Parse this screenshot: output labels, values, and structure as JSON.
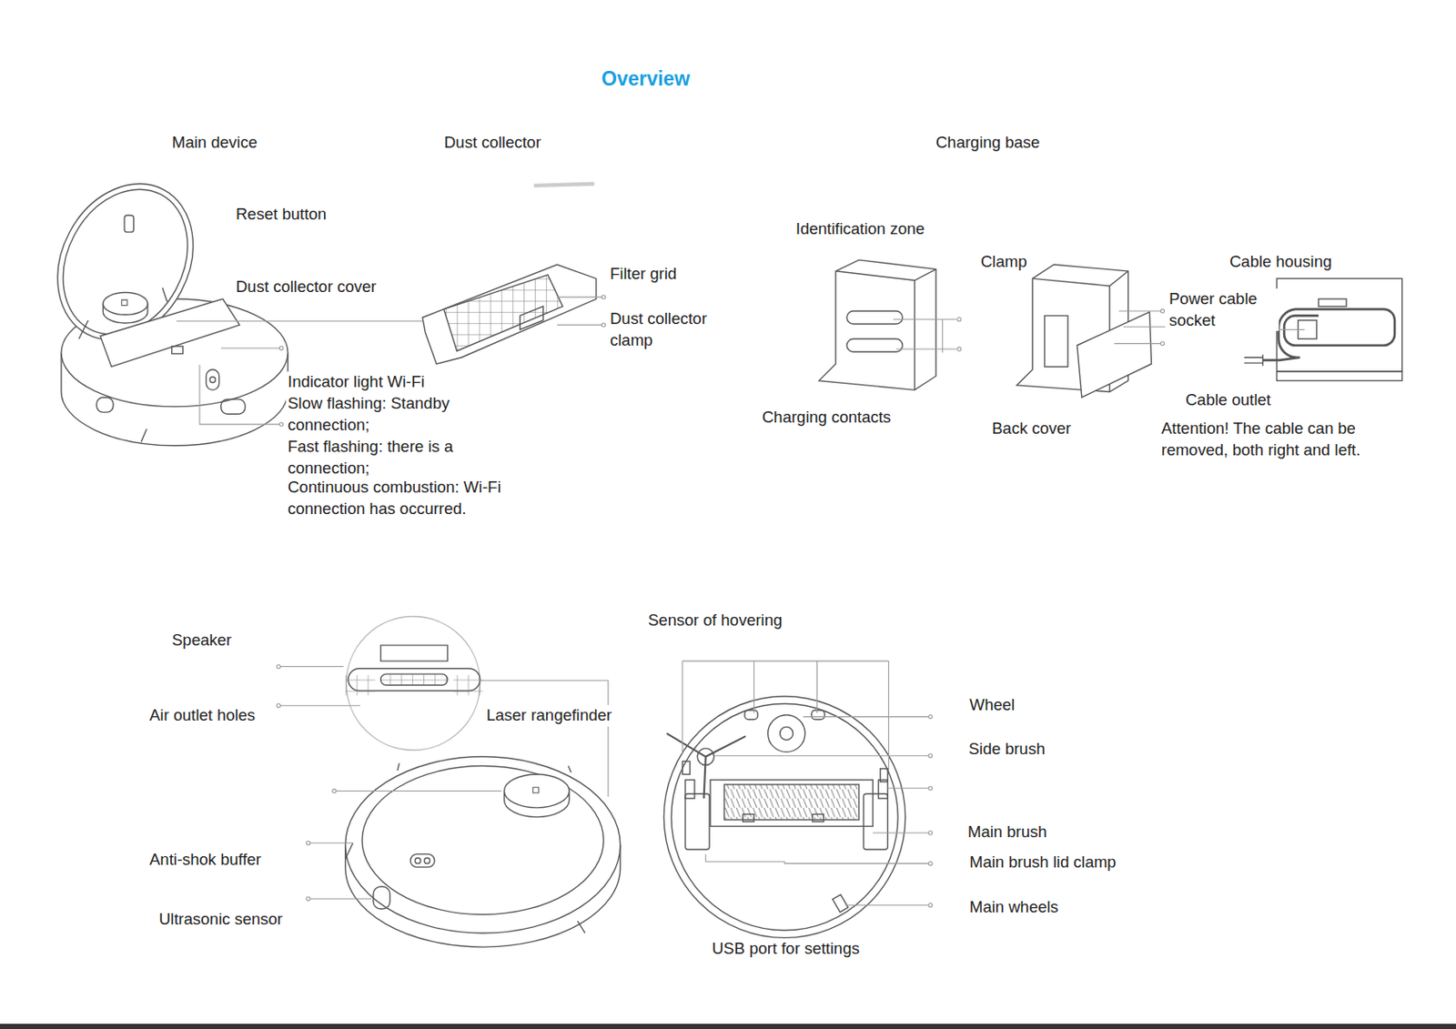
{
  "diagram": {
    "title": "Overview",
    "labels": [
      "Main device",
      "Dust collector",
      "Charging base",
      "Reset button",
      "Dust collector cover",
      "Filter grid",
      "Dust collector clamp",
      "Indicator light Wi-Fi",
      "Slow flashing: Standby connection;",
      "Fast flashing: there is a connection;",
      "Continuous combustion: Wi-Fi connection has occurred.",
      "Identification zone",
      "Clamp",
      "Cable housing",
      "Power cable socket",
      "Charging contacts",
      "Back cover",
      "Cable outlet",
      "Attention! The cable can be removed, both right and left.",
      "Sensor of hovering",
      "Speaker",
      "Air outlet holes",
      "Laser rangefinder",
      "Wheel",
      "Side brush",
      "Main brush",
      "Main brush lid clamp",
      "Anti-shok buffer",
      "Main wheels",
      "Ultrasonic sensor",
      "USB port for settings"
    ]
  }
}
